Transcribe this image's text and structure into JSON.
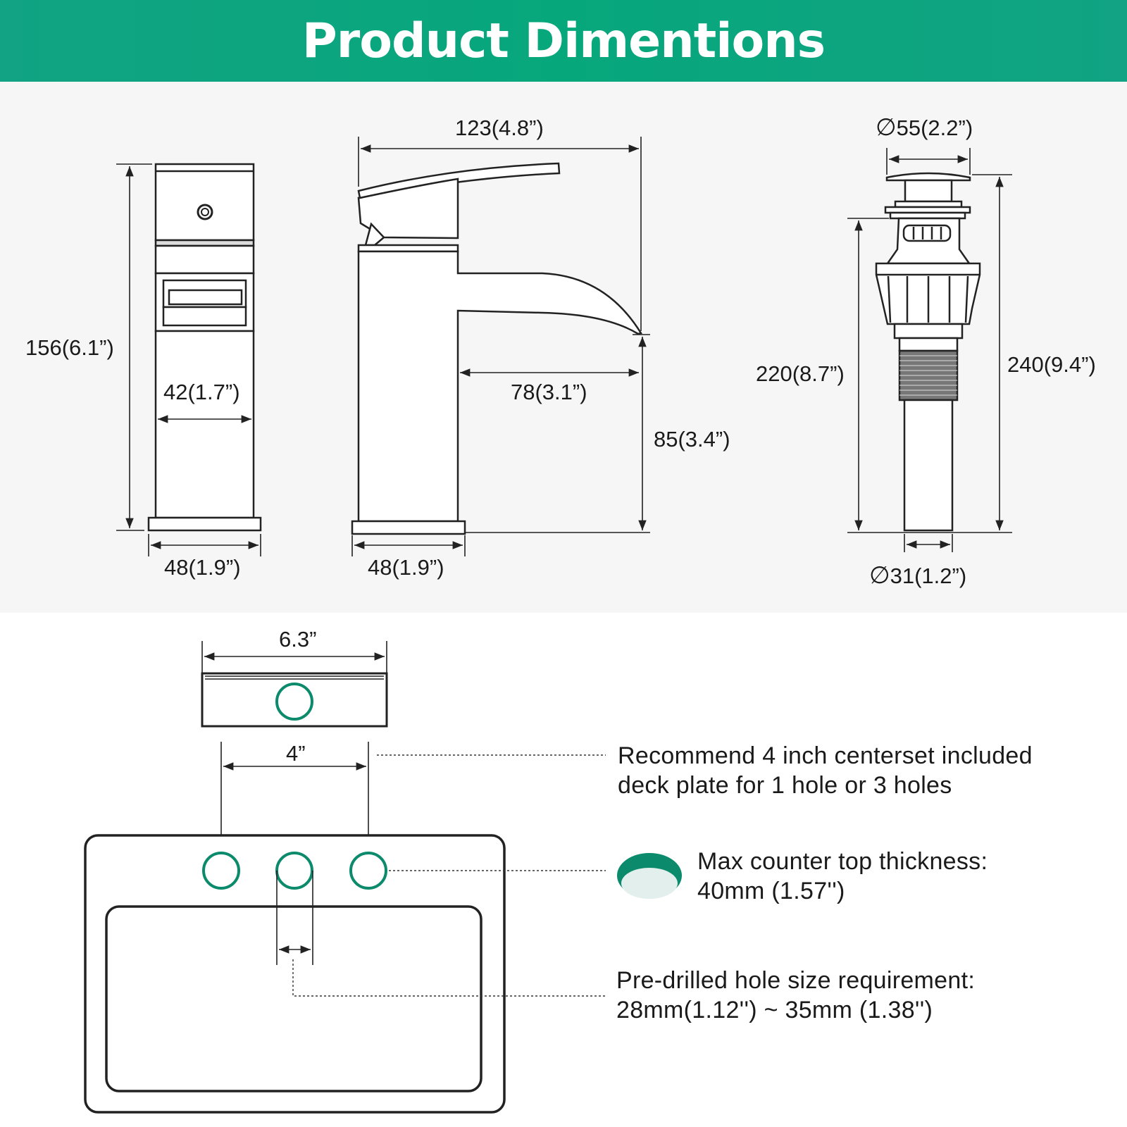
{
  "title": "Product Dimentions",
  "colors": {
    "accent": "#07a77c",
    "hole": "#0b8a6c"
  },
  "front_view": {
    "height": "156(6.1”)",
    "inner_width": "42(1.7”)",
    "base_width": "48(1.9”)"
  },
  "side_view": {
    "total_length": "123(4.8”)",
    "spout_reach": "78(3.1”)",
    "spout_height": "85(3.4”)",
    "base_width": "48(1.9”)"
  },
  "drain": {
    "top_diameter_symbol": "∅",
    "top_diameter": "55(2.2”)",
    "length_inner": "220(8.7”)",
    "length_total": "240(9.4”)",
    "bottom_diameter_symbol": "∅",
    "bottom_diameter": "31(1.2”)"
  },
  "deck_plate": {
    "width": "6.3”",
    "centerset": "4”"
  },
  "notes": {
    "centerset": [
      "Recommend 4 inch centerset included",
      "deck plate for 1 hole or 3 holes"
    ],
    "thickness": [
      "Max counter top thickness:",
      "40mm (1.57'')"
    ],
    "hole_size": [
      "Pre-drilled hole size requirement:",
      "28mm(1.12'') ~ 35mm (1.38'')"
    ]
  }
}
